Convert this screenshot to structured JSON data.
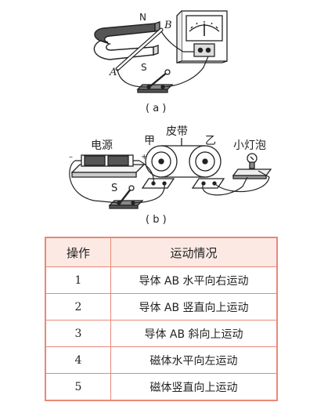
{
  "figure_a": {
    "labels": {
      "N": "N",
      "S_magnet": "S",
      "B": "B",
      "A": "A"
    },
    "caption": "( a )"
  },
  "figure_b": {
    "labels": {
      "power": "电源",
      "belt": "皮带",
      "jia": "甲",
      "yi": "乙",
      "bulb": "小灯泡",
      "switch": "S"
    },
    "caption": "( b )"
  },
  "table": {
    "headers": [
      "操作",
      "运动情况"
    ],
    "rows": [
      {
        "op": "1",
        "desc": "导体 AB 水平向右运动"
      },
      {
        "op": "2",
        "desc": "导体 AB 竖直向上运动"
      },
      {
        "op": "3",
        "desc": "导体 AB 斜向上运动"
      },
      {
        "op": "4",
        "desc": "磁体水平向左运动"
      },
      {
        "op": "5",
        "desc": "磁体竖直向上运动"
      }
    ]
  },
  "colors": {
    "table_border": "#e98878",
    "table_header_bg": "#fde9e4",
    "line": "#222222"
  }
}
